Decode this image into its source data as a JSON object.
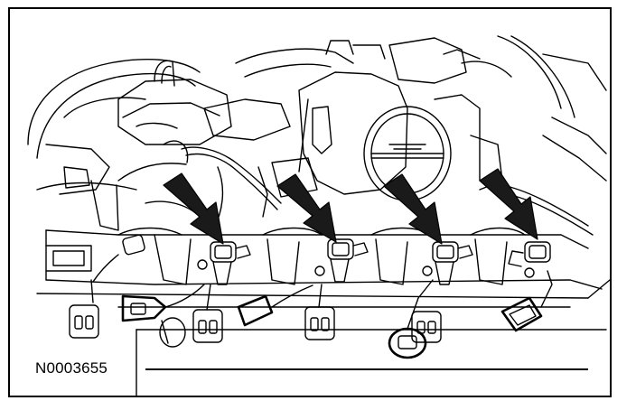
{
  "figure": {
    "id_label": "N0003655"
  },
  "colors": {
    "ink": "#000000",
    "paper": "#ffffff",
    "arrow_fill": "#1a1a1a"
  },
  "callouts": [
    {
      "name": "arrow-injector-1",
      "target": "fuel-injector-connector-1"
    },
    {
      "name": "arrow-injector-2",
      "target": "fuel-injector-connector-2"
    },
    {
      "name": "arrow-injector-3",
      "target": "fuel-injector-connector-3"
    },
    {
      "name": "arrow-injector-4",
      "target": "fuel-injector-connector-4"
    }
  ]
}
